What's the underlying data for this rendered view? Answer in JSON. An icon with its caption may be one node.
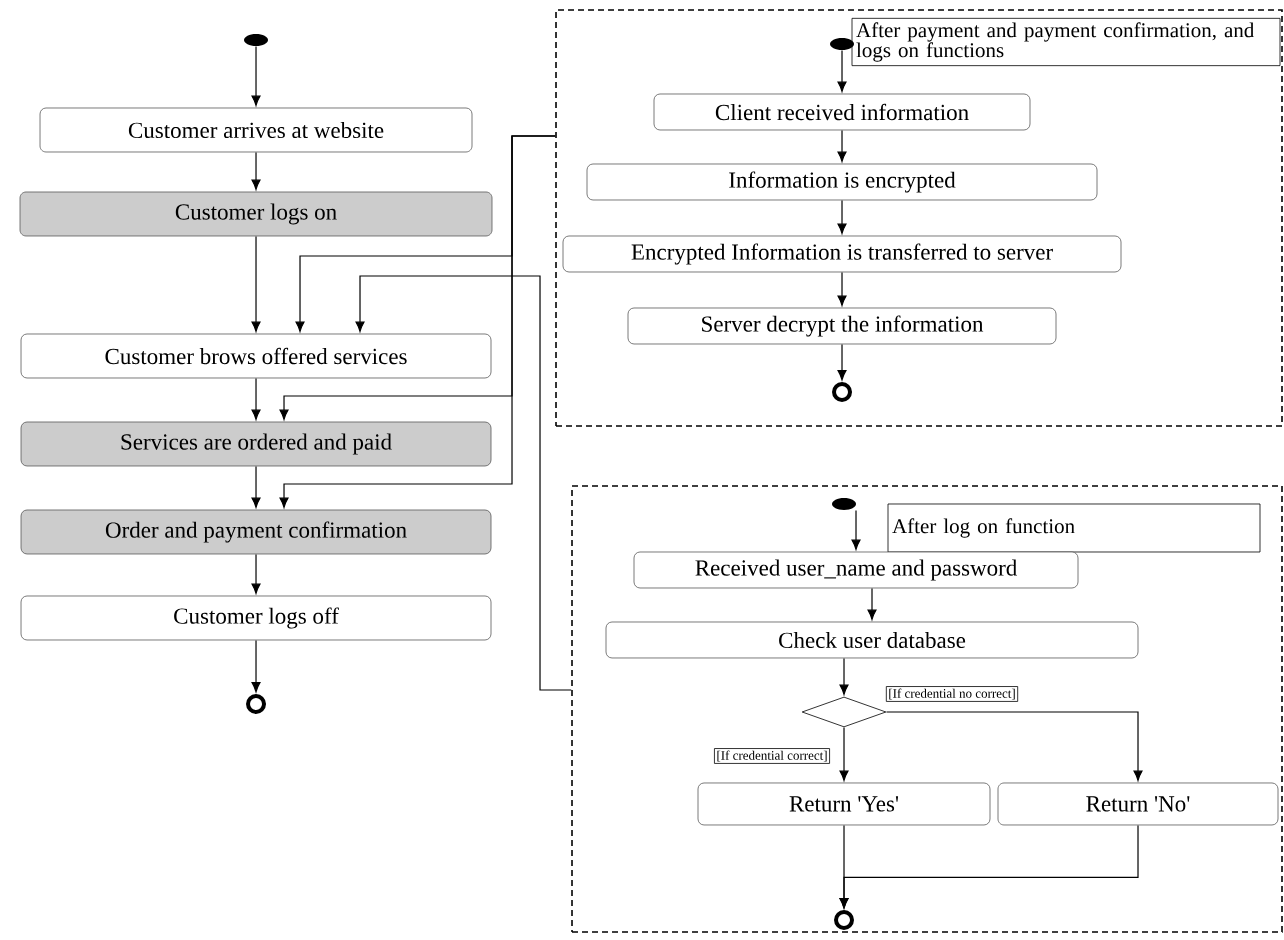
{
  "diagram": {
    "nodes": [
      {
        "text": [],
        "shape": "circle"
      },
      {
        "text": [
          "Customer arrives at website"
        ]
      },
      {
        "text": [
          "Customer logs on"
        ]
      },
      {
        "text": [
          "Customer brows offered services"
        ]
      },
      {
        "text": [
          "Services are ordered and paid"
        ]
      },
      {
        "text": [
          "Order and payment confirmation"
        ]
      },
      {
        "text": [
          "Customer logs off"
        ]
      },
      {
        "text": [],
        "shape": "circle"
      },
      {
        "text": [],
        "shape": "box"
      },
      {
        "text": [
          "After payment and payment confirmation, and logs on functions"
        ],
        "in": 8
      },
      {
        "text": [],
        "shape": "circle",
        "in": 8
      },
      {
        "text": [
          "Client received information"
        ],
        "in": 8
      },
      {
        "text": [
          "Information is encrypted"
        ],
        "in": 8
      },
      {
        "text": [
          "Encrypted Information is transferred to server"
        ],
        "in": 8
      },
      {
        "text": [
          "Server decrypt the information"
        ],
        "in": 8
      },
      {
        "text": [],
        "shape": "circle",
        "in": 8
      },
      {
        "text": [],
        "shape": "box"
      },
      {
        "text": [
          "After log on function"
        ],
        "in": 16
      },
      {
        "text": [],
        "shape": "circle",
        "in": 16
      },
      {
        "text": [
          "Received user_name and password"
        ],
        "in": 16
      },
      {
        "text": [
          "Check user database"
        ],
        "in": 16
      },
      {
        "text": [],
        "shape": "diamond",
        "in": 16
      },
      {
        "text": [
          "Return 'Yes'"
        ],
        "in": 16
      },
      {
        "text": [
          "Return 'No'"
        ],
        "in": 16
      },
      {
        "text": [],
        "shape": "circle",
        "in": 16
      }
    ],
    "edges": [
      {
        "from": 0,
        "to": 1,
        "arrow": "to"
      },
      {
        "from": 1,
        "to": 2,
        "arrow": "to"
      },
      {
        "from": 2,
        "to": 3,
        "arrow": "to"
      },
      {
        "from": 3,
        "to": 4,
        "arrow": "to"
      },
      {
        "from": 4,
        "to": 5,
        "arrow": "to"
      },
      {
        "from": 5,
        "to": 6,
        "arrow": "to"
      },
      {
        "from": 6,
        "to": 7,
        "arrow": "to"
      },
      {
        "from": 8,
        "to": 3,
        "arrow": "to"
      },
      {
        "from": 8,
        "to": 4,
        "arrow": "to"
      },
      {
        "from": 8,
        "to": 5,
        "arrow": "to"
      },
      {
        "from": 16,
        "to": 3,
        "arrow": "to"
      },
      {
        "from": 10,
        "to": 11,
        "arrow": "to"
      },
      {
        "from": 11,
        "to": 12,
        "arrow": "to"
      },
      {
        "from": 12,
        "to": 13,
        "arrow": "to"
      },
      {
        "from": 13,
        "to": 14,
        "arrow": "to"
      },
      {
        "from": 14,
        "to": 15,
        "arrow": "to"
      },
      {
        "from": 18,
        "to": 19,
        "arrow": "to"
      },
      {
        "from": 19,
        "to": 20,
        "arrow": "to"
      },
      {
        "from": 20,
        "to": 21,
        "arrow": "to"
      },
      {
        "from": 21,
        "to": 22,
        "arrow": "to",
        "label": "[If credential correct]"
      },
      {
        "from": 21,
        "to": 23,
        "arrow": "to",
        "label": "[If credential no correct]"
      },
      {
        "from": 22,
        "to": 24,
        "arrow": "to"
      },
      {
        "from": 23,
        "to": 24,
        "arrow": "to"
      }
    ]
  }
}
